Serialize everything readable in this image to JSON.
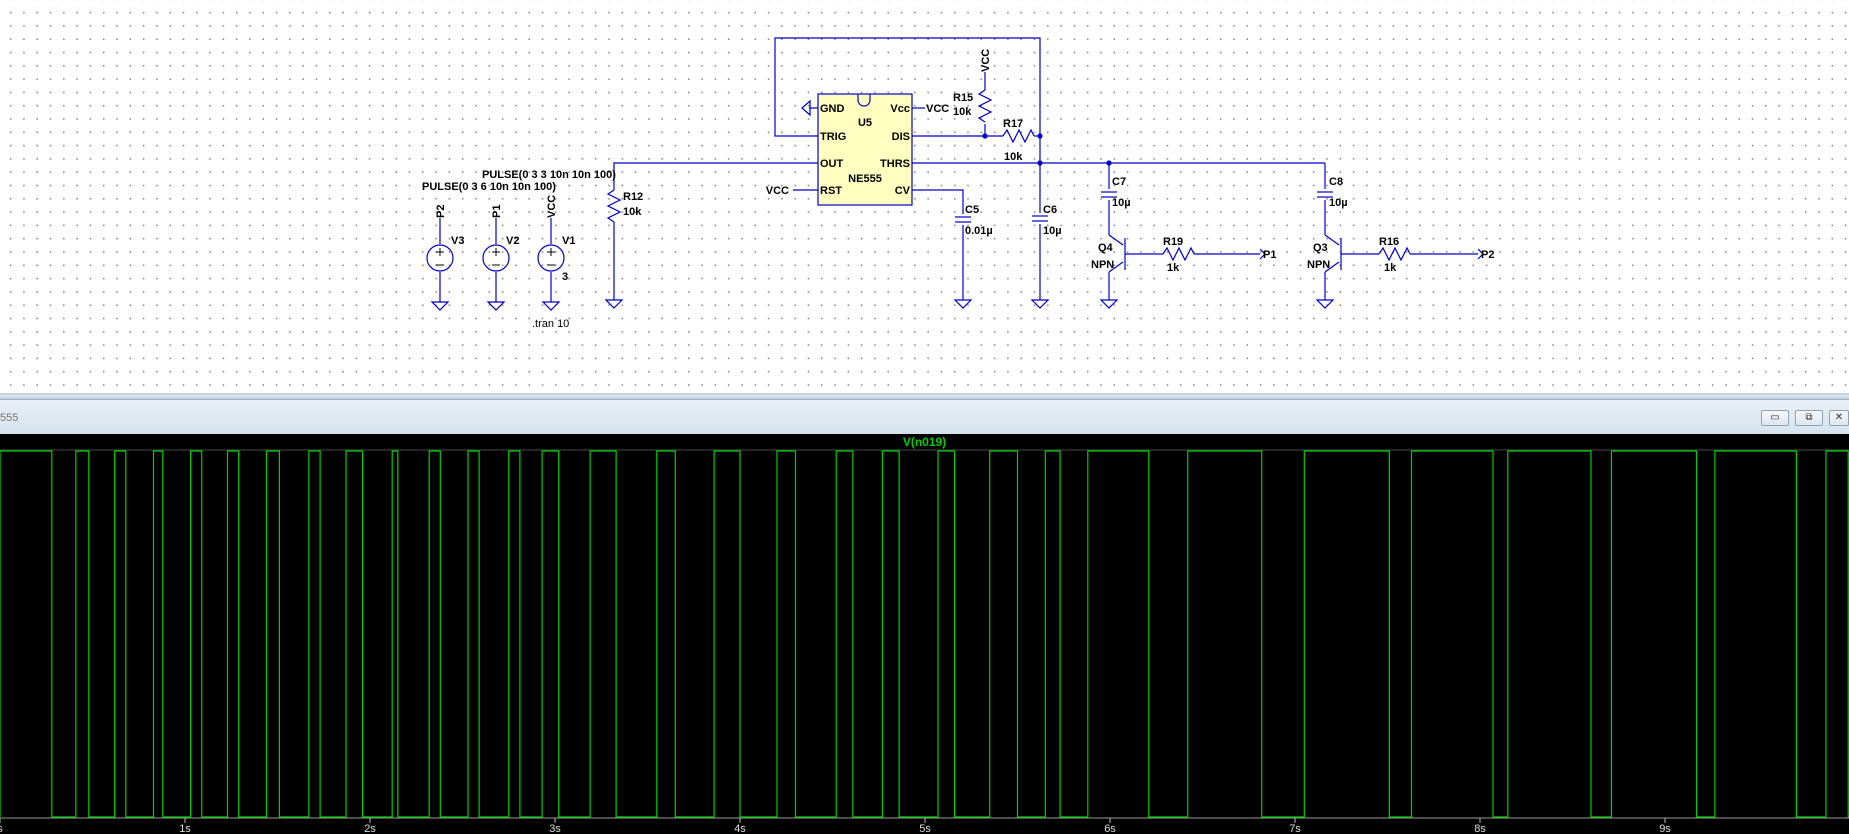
{
  "schematic": {
    "ic": {
      "ref": "U5",
      "model": "NE555",
      "pins": {
        "gnd": "GND",
        "vcc": "Vcc",
        "trig": "TRIG",
        "dis": "DIS",
        "out": "OUT",
        "thrs": "THRS",
        "rst": "RST",
        "cv": "CV"
      }
    },
    "net_vcc": "VCC",
    "r15": {
      "ref": "R15",
      "value": "10k"
    },
    "r17": {
      "ref": "R17",
      "value": "10k"
    },
    "r12": {
      "ref": "R12",
      "value": "10k"
    },
    "r19": {
      "ref": "R19",
      "value": "1k"
    },
    "r16": {
      "ref": "R16",
      "value": "1k"
    },
    "c5": {
      "ref": "C5",
      "value": "0.01µ"
    },
    "c6": {
      "ref": "C6",
      "value": "10µ"
    },
    "c7": {
      "ref": "C7",
      "value": "10µ"
    },
    "c8": {
      "ref": "C8",
      "value": "10µ"
    },
    "q4": {
      "ref": "Q4",
      "type": "NPN"
    },
    "q3": {
      "ref": "Q3",
      "type": "NPN"
    },
    "v3": {
      "ref": "V3",
      "net": "P2"
    },
    "v2": {
      "ref": "V2",
      "net": "P1"
    },
    "v1": {
      "ref": "V1",
      "net": "VCC",
      "value": "3"
    },
    "pulse_v3": "PULSE(0 3 3 10n 10n 100)",
    "pulse_v2": "PULSE(0 3 6 10n 10n 100)",
    "directive": ".tran 10",
    "port_p1": "P1",
    "port_p2": "P2"
  },
  "plot_window": {
    "title": "555",
    "buttons": {
      "minimize": "▭",
      "restore": "⧉",
      "close": "✕"
    }
  },
  "chart_data": {
    "type": "line",
    "title": "V(n019)",
    "xlabel": "",
    "ylabel": "",
    "xlim": [
      0,
      10
    ],
    "ylim": [
      0,
      1
    ],
    "x_unit": "s",
    "x_tick_labels": [
      "s",
      "1s",
      "2s",
      "3s",
      "4s",
      "5s",
      "6s",
      "7s",
      "8s",
      "9s"
    ],
    "x_ticks": [
      0,
      1,
      2,
      3,
      4,
      5,
      6,
      7,
      8,
      9
    ],
    "trace_color": "#00d000",
    "series": [
      {
        "name": "V(n019)",
        "transitions": [
          0,
          0.28,
          0.41,
          0.48,
          0.62,
          0.68,
          0.83,
          0.88,
          1.03,
          1.09,
          1.23,
          1.29,
          1.44,
          1.51,
          1.67,
          1.73,
          1.87,
          1.96,
          2.12,
          2.15,
          2.32,
          2.38,
          2.53,
          2.59,
          2.75,
          2.81,
          2.93,
          3.02,
          3.19,
          3.33,
          3.55,
          3.65,
          3.86,
          4.0,
          4.2,
          4.3,
          4.52,
          4.61,
          4.77,
          4.86,
          5.07,
          5.16,
          5.35,
          5.5,
          5.65,
          5.73,
          5.88,
          6.21,
          6.42,
          6.82,
          7.05,
          7.51,
          7.63,
          8.07,
          8.15,
          8.6,
          8.71,
          9.17,
          9.27,
          9.71,
          9.87,
          9.99
        ],
        "start_level": "high"
      }
    ]
  }
}
